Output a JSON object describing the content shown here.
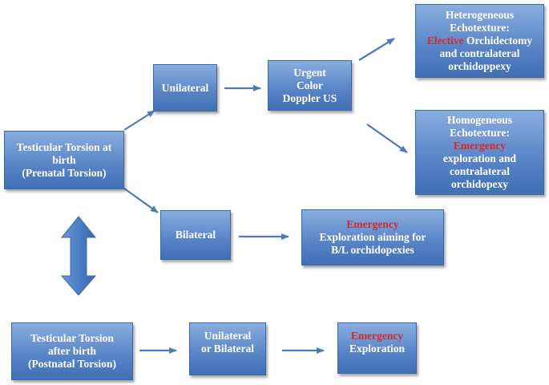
{
  "boxes": {
    "prenatal": [
      "Testicular Torsion at",
      "birth",
      "(Prenatal Torsion)"
    ],
    "unilateral": [
      "Unilateral"
    ],
    "bilateral": [
      "Bilateral"
    ],
    "doppler": [
      "Urgent",
      "Color",
      "Doppler US"
    ],
    "heterogeneous": {
      "line1": "Heterogeneous",
      "line2": "Echotexture:",
      "line3_red": "Elective",
      "line3_rest": " Orchidectomy",
      "line4": "and contralateral",
      "line5": "orchidoppexy"
    },
    "homogeneous": {
      "line1": "Homogeneous",
      "line2": "Echotexture:",
      "line3_red": "Emergency",
      "line4": "exploration and",
      "line5": "contralateral",
      "line6": "orchidopexy"
    },
    "bilateral_outcome": {
      "line1_red": "Emergency",
      "line2": "Exploration aiming for",
      "line3": "B/L orchidopexies"
    },
    "postnatal": [
      "Testicular Torsion",
      "after birth",
      "(Postnatal Torsion)"
    ],
    "uni_or_bi": [
      "Unilateral",
      "or Bilateral"
    ],
    "postnatal_outcome": {
      "line1_red": "Emergency",
      "line2": "Exploration"
    }
  },
  "colors": {
    "box_fill": "#5b86c8",
    "arrow": "#4a7bbf",
    "emphasis": "#d42a2a",
    "text": "#ffffff"
  }
}
